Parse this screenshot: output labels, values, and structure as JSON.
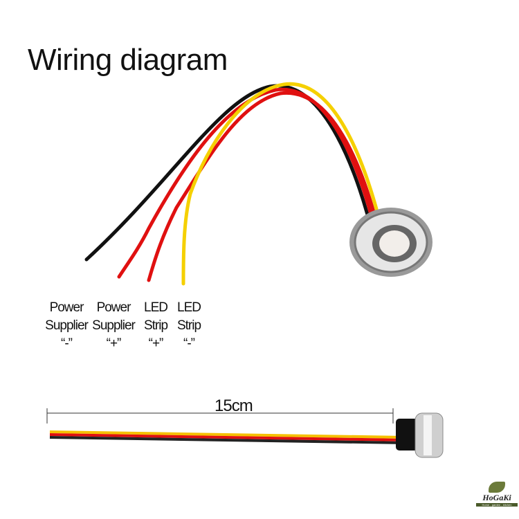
{
  "title": "Wiring diagram",
  "wires": [
    {
      "label_line1": "Power",
      "label_line2": "Supplier",
      "label_line3": "“-”",
      "color": "#111111"
    },
    {
      "label_line1": "Power",
      "label_line2": "Supplier",
      "label_line3": "“+”",
      "color": "#e01010"
    },
    {
      "label_line1": "LED",
      "label_line2": "Strip",
      "label_line3": "“+”",
      "color": "#e01010"
    },
    {
      "label_line1": "LED",
      "label_line2": "Strip",
      "label_line3": "“-”",
      "color": "#f5d000"
    }
  ],
  "dimension": "15cm",
  "logo": {
    "name": "HoGaKi",
    "tagline": "Home - garden - kitchen"
  }
}
